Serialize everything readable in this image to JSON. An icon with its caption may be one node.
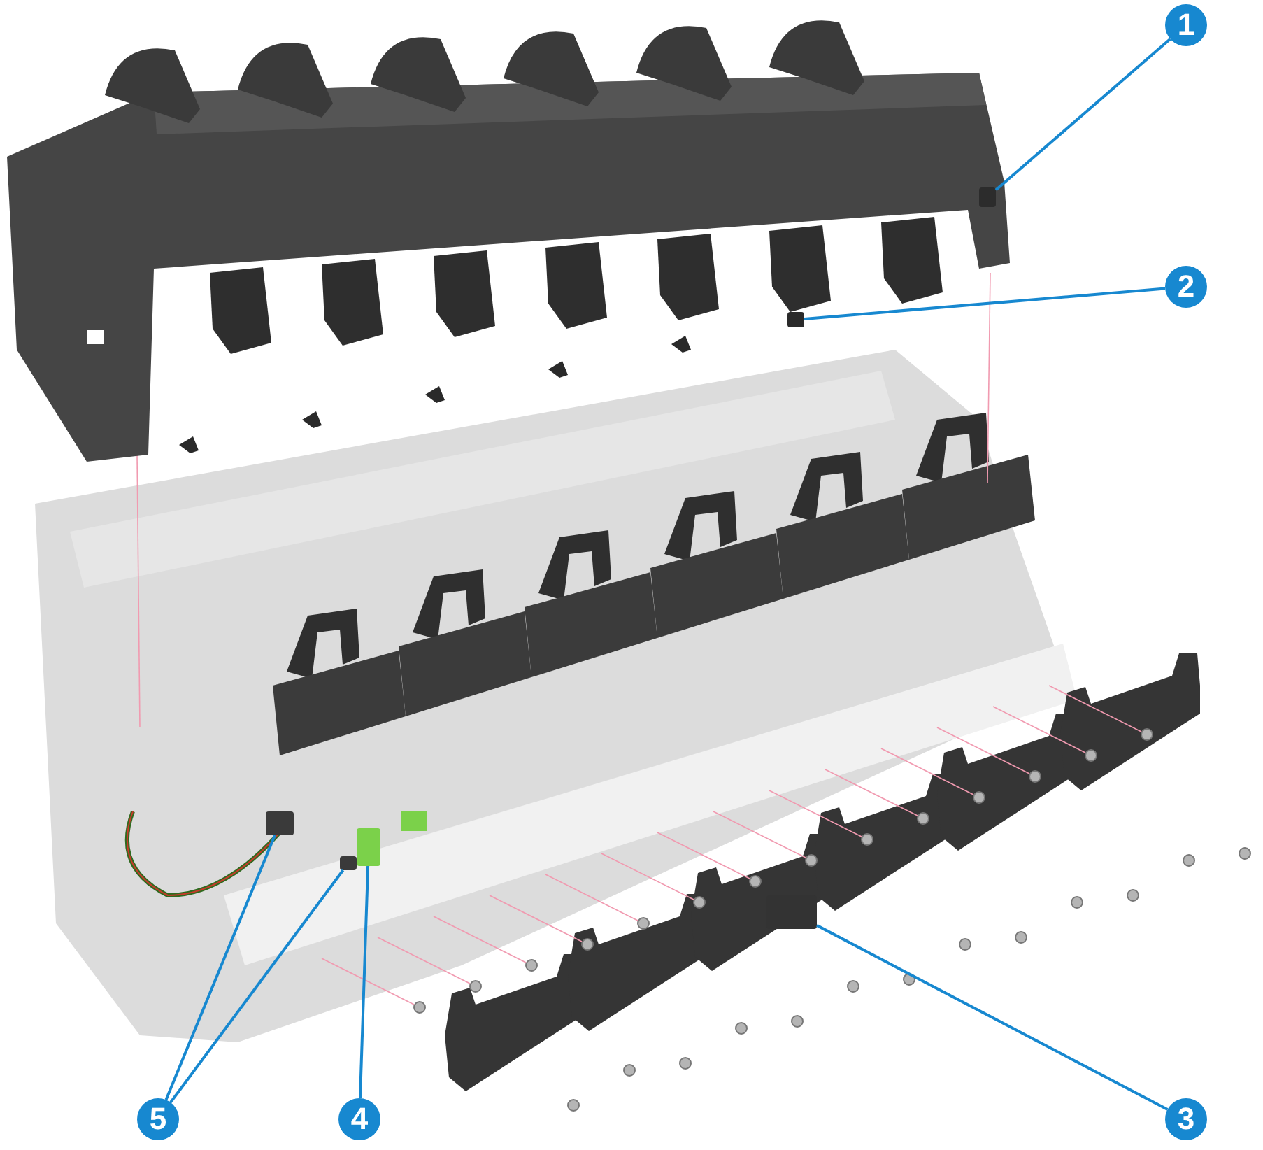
{
  "diagram": {
    "nodes": [
      {
        "text": [
          "1"
        ]
      },
      {
        "text": [
          "2"
        ]
      },
      {
        "text": [
          "3"
        ]
      },
      {
        "text": [
          "4"
        ]
      },
      {
        "text": [
          "5"
        ]
      },
      {
        "text": [],
        "shape": "box"
      },
      {
        "text": [],
        "shape": "box"
      },
      {
        "text": [],
        "shape": "box"
      },
      {
        "text": [],
        "shape": "box"
      },
      {
        "text": [],
        "shape": "box"
      },
      {
        "text": [],
        "shape": "box"
      }
    ],
    "edges": [
      {
        "from": 0,
        "to": 5,
        "arrow": "none"
      },
      {
        "from": 1,
        "to": 6,
        "arrow": "none"
      },
      {
        "from": 2,
        "to": 7,
        "arrow": "none"
      },
      {
        "from": 3,
        "to": 8,
        "arrow": "none"
      },
      {
        "from": 4,
        "to": 9,
        "arrow": "none"
      },
      {
        "from": 4,
        "to": 10,
        "arrow": "none"
      }
    ]
  }
}
